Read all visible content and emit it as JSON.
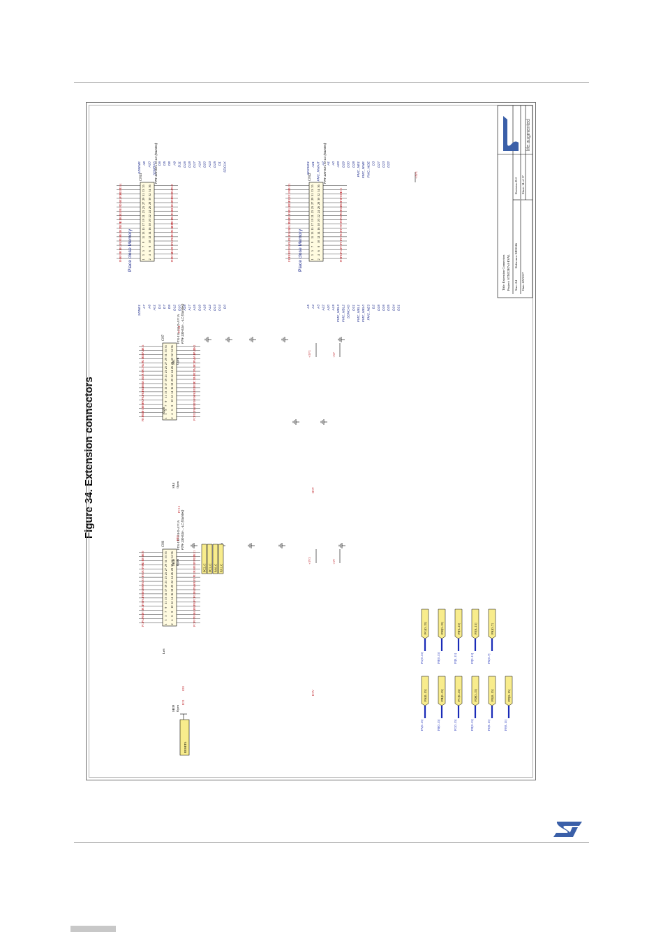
{
  "figure": {
    "caption": "Figure 34. Extension connectors"
  },
  "left_connector": {
    "ref": "CN6",
    "side_label": "Left",
    "part_number": "FTR-130-5?4-D-A??1A",
    "part_note": "FTR-130-034-...-LC (Samtec)",
    "voltage_top": "+3V3",
    "voltage_bottom": "+5V",
    "solder_bridges": [
      {
        "ref": "SB39",
        "state": "Open"
      },
      {
        "ref": "SB40",
        "state": "Open"
      }
    ],
    "reset_label": "RESET#",
    "resistor": "R21",
    "resistor_value": "820",
    "pins_left": [
      "PC0",
      "PA0",
      "PH2",
      "PF13",
      "PC4",
      "PH5",
      "PA4",
      "PH6",
      "PA3",
      "PB9",
      "PA2",
      "PA1",
      "PH4",
      "PJ1",
      "PH3",
      "PD12",
      "PF10",
      "PD9"
    ],
    "pins_right": [
      "PC1",
      "PF7",
      "PF6",
      "PA5",
      "PB2",
      "PB4",
      "PC3",
      "PG9",
      "PA7",
      "PA6",
      "PB1",
      "PE7",
      "PI10",
      "PJ0",
      "PI8",
      "PI9",
      "PI10",
      "PE11"
    ],
    "net_labels": [
      "PC2_C",
      "PC3_C",
      "PA0_C",
      "PA1_C"
    ],
    "other_labels": [
      "PH1",
      "D3V"
    ]
  },
  "right_connector": {
    "ref": "CN7",
    "side_label": "Right",
    "part_number": "FTR-130-5?4-D-A??1A",
    "part_note": "FTR-130-034-...-LC (Samtec)",
    "voltage_top": "+3V3",
    "voltage_bottom": "+5V",
    "solder_bridges": [
      {
        "ref": "SB4",
        "state": "Open"
      },
      {
        "ref": "SB1",
        "state": "Open"
      }
    ],
    "edge_labels": [
      "PC15",
      "PC14",
      "D3V"
    ],
    "pins_left": [
      "PH10",
      "PI14",
      "PH13",
      "PB8",
      "PK7",
      "PK3",
      "PK6",
      "PK4",
      "PK5",
      "PA13",
      "PA8",
      "PJ11",
      "PC12",
      "PA15",
      "PG11",
      "PD2",
      "PA14",
      "PC6"
    ],
    "pins_right": [
      "PC2",
      "PJ12",
      "PI6",
      "PI8",
      "PI0",
      "PI6",
      "PK3",
      "PJ13",
      "PJ12",
      "PC10",
      "PA10",
      "PC11",
      "PA12",
      "PC8",
      "PA9",
      "PA11",
      "PA12",
      "PK2"
    ]
  },
  "memory_cn11": {
    "title": "Place close Memory",
    "ref": "CN11",
    "part_number": "FTR-120-03-L-D-LC (Samtec)",
    "signals_left": [
      "SDNE1",
      "A7",
      "A6",
      "A11",
      "D4",
      "D7",
      "D9",
      "D12",
      "D10",
      "A16",
      "A17",
      "A15",
      "D19",
      "A18",
      "A12",
      "D13",
      "D14",
      "D0"
    ],
    "signals_right": [
      "SDNWE",
      "A8",
      "A10",
      "SDNRAS",
      "D6",
      "D5",
      "D8",
      "A9",
      "D11",
      "D16",
      "D18",
      "D17",
      "A14",
      "D20",
      "A13",
      "D15",
      "D1",
      "SDCLK"
    ],
    "pins_left": [
      "PH6",
      "PF13",
      "PF12",
      "PG1",
      "PE7",
      "PE10",
      "PE12",
      "PE15",
      "PD11",
      "PD12",
      "PG5",
      "PD13",
      "PE11",
      "PD14",
      "PG2",
      "PD9",
      "PD10",
      "PD14"
    ],
    "pins_right": [
      "PH5",
      "PF14",
      "PG0",
      "PF11",
      "PE9",
      "PE8",
      "PE11",
      "PE14",
      "PH8",
      "PH10",
      "PG3",
      "PG4",
      "PH12",
      "PG3",
      "PH9",
      "PD15",
      "PG8",
      "PG8"
    ]
  },
  "memory_cn12": {
    "title": "Place close Memory",
    "ref": "CN12",
    "part_number": "FTR-120-03-L-D-LC (Samtec)",
    "voltage": "+3V3",
    "signals_left": [
      "A5",
      "A4",
      "A3",
      "A22",
      "A20",
      "A19",
      "FMC_NBL3",
      "FMC_NBL2",
      "SDNCAS",
      "D31",
      "FMC_NBL1",
      "FMC_NBL0",
      "FMC_NE3",
      "D2",
      "D28",
      "D26",
      "D25",
      "D24",
      "D21"
    ],
    "signals_right": [
      "SDCKE1",
      "A21",
      "FMC_NWAIT",
      "A2",
      "A1",
      "A0",
      "A23",
      "D29",
      "D30",
      "D28",
      "FMC_NE1",
      "FMC_NWE",
      "FMC_NOE",
      "D3",
      "D27",
      "D23",
      "D22"
    ],
    "pins_left": [
      "PF5",
      "PF4",
      "PF3",
      "PE6",
      "PE4",
      "PE3",
      "PI5",
      "PI4",
      "PG15",
      "PI10",
      "PE1",
      "PE0",
      "PG10",
      "PD0",
      "PI2",
      "PI1",
      "PI0",
      "PH13"
    ],
    "pins_right": [
      "PH7",
      "PE5",
      "PG6",
      "PF2",
      "PF1",
      "PF0",
      "PE2",
      "PI7",
      "PI9",
      "PI6",
      "PD7",
      "PD5",
      "PD4",
      "PD1",
      "PI3",
      "PH14",
      "PH15"
    ]
  },
  "bus_labels": {
    "left_group": [
      "PA[0..15]",
      "PB[0..15]",
      "PC[0..15]",
      "PD[0..15]",
      "PE[0..15]",
      "PF[0..15]"
    ],
    "right_group": [
      "PG[0..15]",
      "PH[0..15]",
      "PI[0..15]",
      "PJ[0..15]",
      "PK[0..7]"
    ]
  },
  "title_block": {
    "title": "Title: Extension Connectors",
    "project": "Project: STM32H7xI-EVAL",
    "size": "Size: A4",
    "reference": "Reference: MB1246",
    "revision": "Revision: B.2",
    "date": "Date: 6/9/2017",
    "sheet": "Sheet: 14  of  17",
    "tagline": "life.augmented"
  },
  "colors": {
    "pin_red": "#c0272d",
    "signal_blue": "#1c2a8c",
    "net_yellow": "#f8ec8c",
    "bus_blue": "#1a2bb8",
    "logo_blue": "#3a5fa8"
  }
}
